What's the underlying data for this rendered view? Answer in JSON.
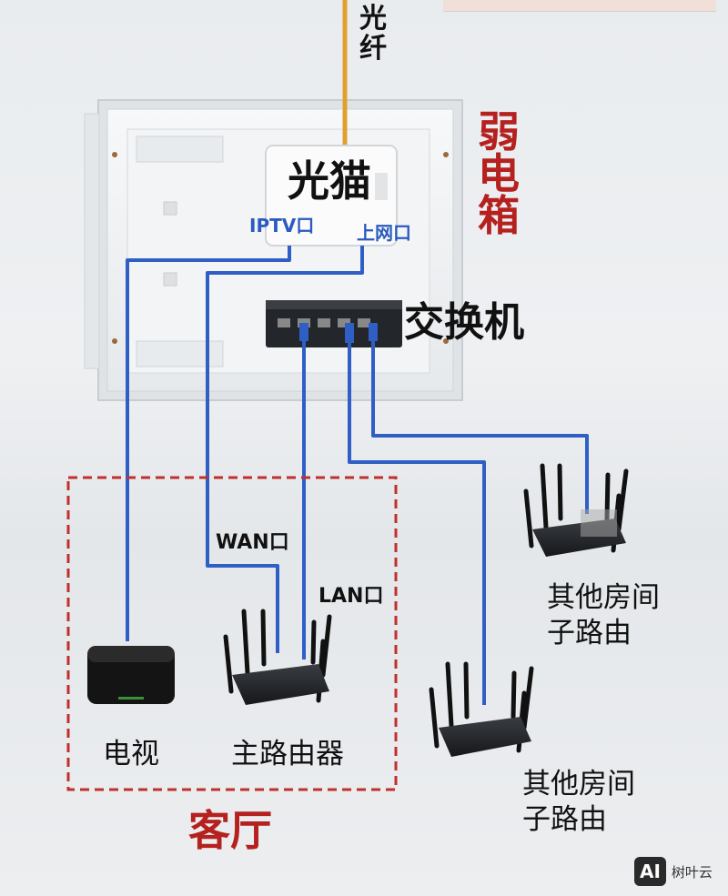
{
  "labels": {
    "fiber": "光纤",
    "weak_box": "弱电箱",
    "modem": "光猫",
    "iptv_port": "IPTV口",
    "internet_port": "上网口",
    "switch": "交换机",
    "wan_port": "WAN口",
    "lan_port": "LAN口",
    "tv": "电视",
    "main_router": "主路由器",
    "other_router_1": "其他房间\n子路由",
    "other_router_2": "其他房间\n子路由",
    "living_room": "客厅"
  },
  "watermark": {
    "badge": "AI",
    "text": "树叶云"
  },
  "colors": {
    "cable": "#2f5fc4",
    "fiber": "#e0a030",
    "dashed_box": "#c0302c",
    "room_text": "#b5211e"
  }
}
